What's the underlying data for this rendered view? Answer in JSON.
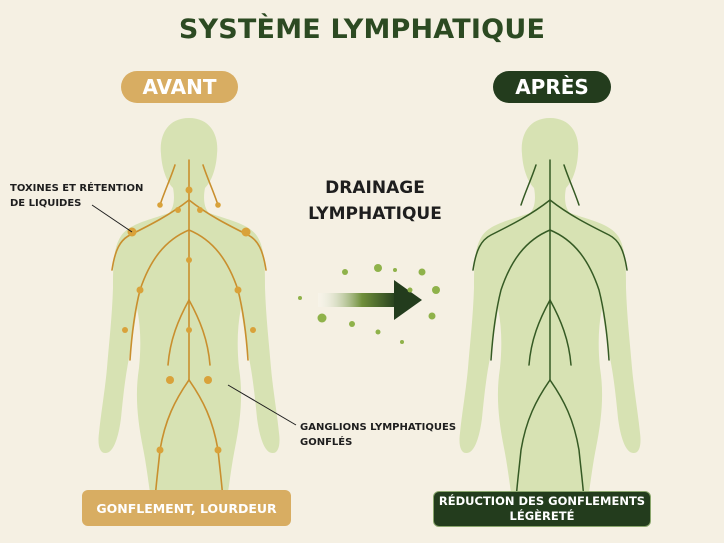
{
  "title": "SYSTÈME LYMPHATIQUE",
  "before": {
    "label": "AVANT",
    "caption": "GONFLEMENT, LOURDEUR",
    "callout_toxins": "TOXINES ET RÉTENTION DE LIQUIDES",
    "callout_nodes": "GANGLIONS LYMPHATIQUES GONFLÉS",
    "accent_color": "#d8ad62"
  },
  "after": {
    "label": "APRÈS",
    "caption_line1": "RÉDUCTION DES GONFLEMENTS",
    "caption_line2": "LÉGÈRETÉ",
    "accent_color": "#233c1d"
  },
  "center": {
    "line1": "DRAINAGE",
    "line2": "LYMPHATIQUE",
    "icon": "arrow-right-icon"
  },
  "colors": {
    "background": "#f5f0e3",
    "body_fill": "#d7e2b3",
    "title": "#2c4a22",
    "before_vessels": "#c98f2e",
    "after_vessels": "#355a24",
    "particles": "#8fb24a"
  }
}
